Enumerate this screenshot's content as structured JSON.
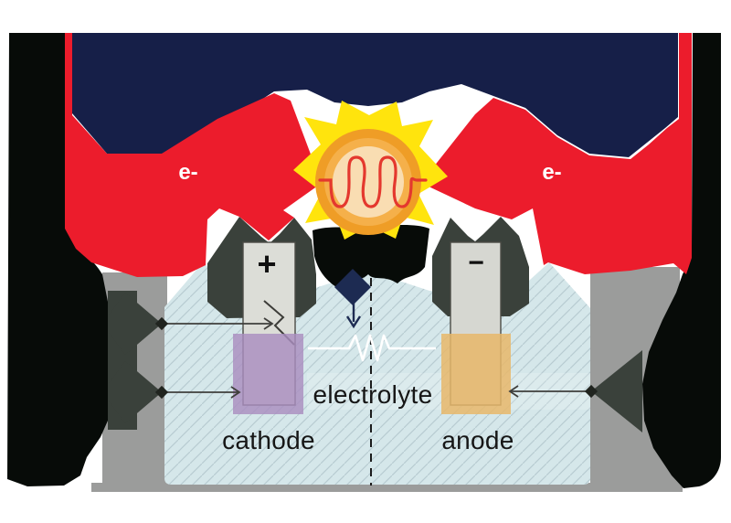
{
  "diagram": {
    "title": "galvanic-cell-circuit-diagram",
    "labels": {
      "electron_left": "e-",
      "electron_right": "e-",
      "plus_terminal": "+",
      "minus_terminal": "−",
      "electrolyte": "electrolyte",
      "cathode": "cathode",
      "anode": "anode"
    },
    "icons": [
      "light-bulb-icon",
      "filament-coil-icon",
      "resistor-zigzag-icon",
      "down-arrow-icon",
      "pointer-arrow-icon",
      "diamond-marker-icon"
    ]
  },
  "colors": {
    "background": "#ffffff",
    "black": "#070b08",
    "navy": "#161f48",
    "red": "#ec1c2c",
    "yellow": "#ffe40d",
    "ring_outer": "#ef9d26",
    "ring_inner": "#f5b04a",
    "bulb_center": "#f9ddb2",
    "filament": "#e4382e",
    "container_blue": "#d5e7ea",
    "hatch": "#b7ccd1",
    "gray": "#9b9c9b",
    "olive": "#3a413b",
    "rod_gray": "#dcddd7",
    "rod_gray_right": "#d6d7d1",
    "rod_outline": "#4c4c46",
    "cathode_purple": "#a98dc0",
    "anode_tan": "#e8b76a",
    "arrow_dark": "#3f3f3c",
    "navy_arrow": "#1d2b52",
    "text_dark": "#161616",
    "white": "#ffffff"
  }
}
